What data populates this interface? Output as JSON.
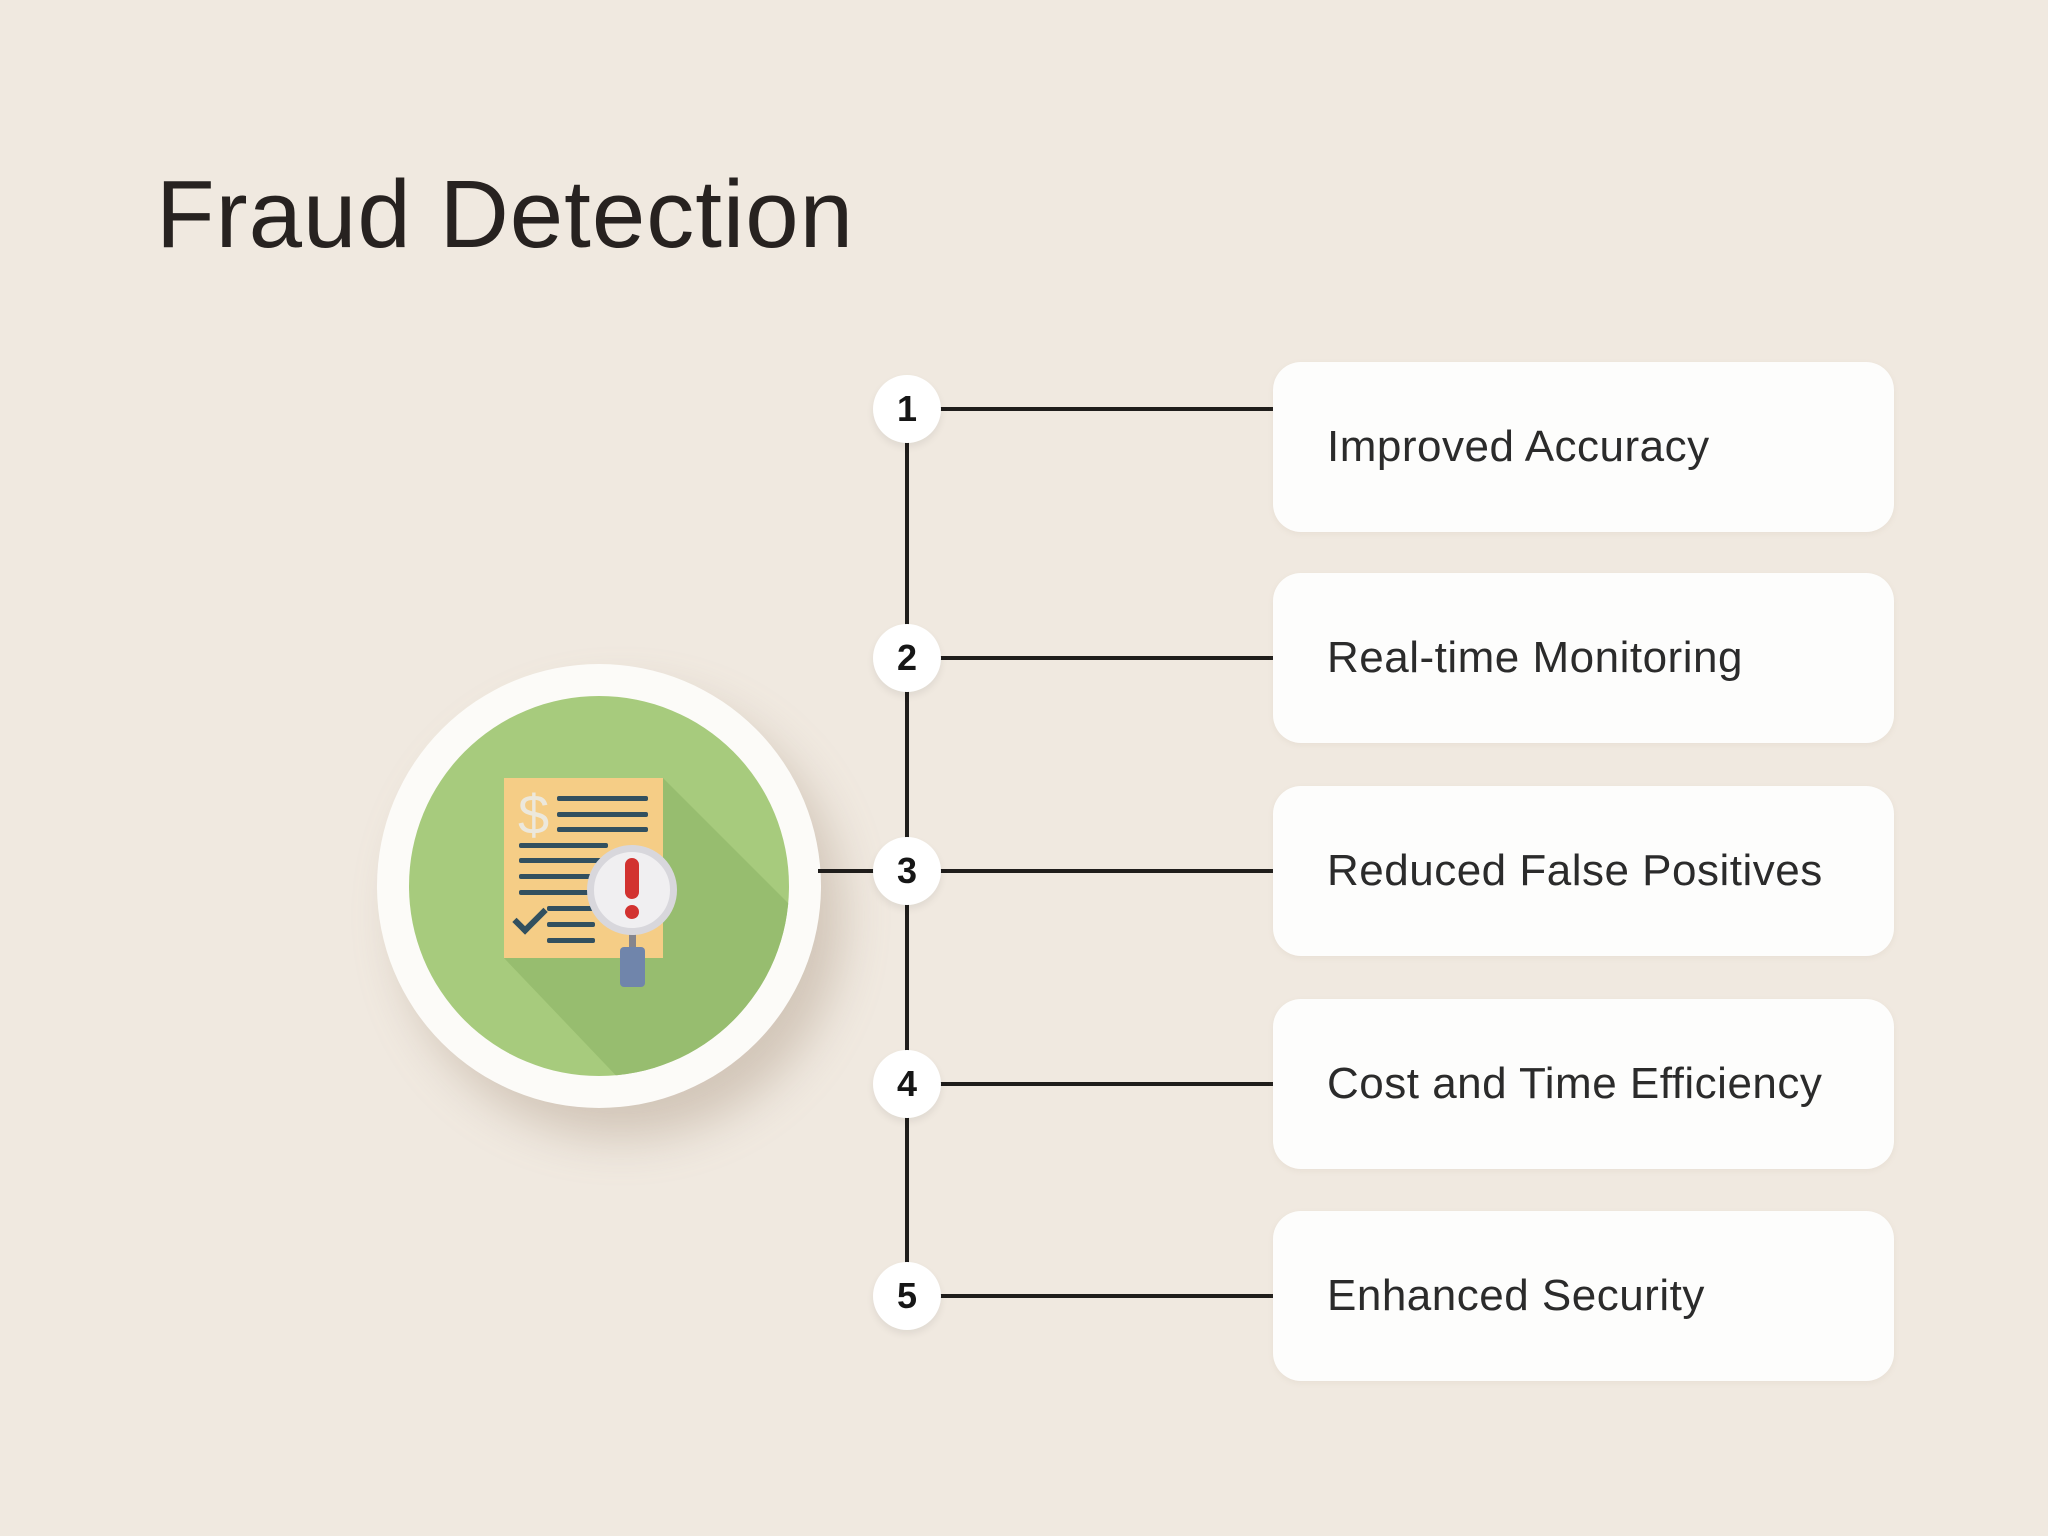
{
  "title": "Fraud Detection",
  "items": [
    {
      "number": "1",
      "label": "Improved Accuracy"
    },
    {
      "number": "2",
      "label": "Real-time Monitoring"
    },
    {
      "number": "3",
      "label": "Reduced False Positives"
    },
    {
      "number": "4",
      "label": "Cost and Time Efficiency"
    },
    {
      "number": "5",
      "label": "Enhanced Security"
    }
  ],
  "icon": {
    "name": "fraud-document-inspection-icon",
    "dollar_glyph": "$",
    "colors": {
      "background_beige": "#f0e9e0",
      "outer_ring_white": "#fcfbf8",
      "circle_green": "#a7cb7d",
      "circle_green_shadow": "#97bd6f",
      "document_tan": "#f5cd86",
      "document_lines_slate": "#32505f",
      "magnifier_ring_gray": "#d8d7dc",
      "exclamation_red": "#d23230",
      "handle_blue": "#7085ab",
      "connector_line": "#1f1d1b",
      "card_white": "#fdfdfc",
      "text_dark": "#2b2b2b"
    }
  }
}
